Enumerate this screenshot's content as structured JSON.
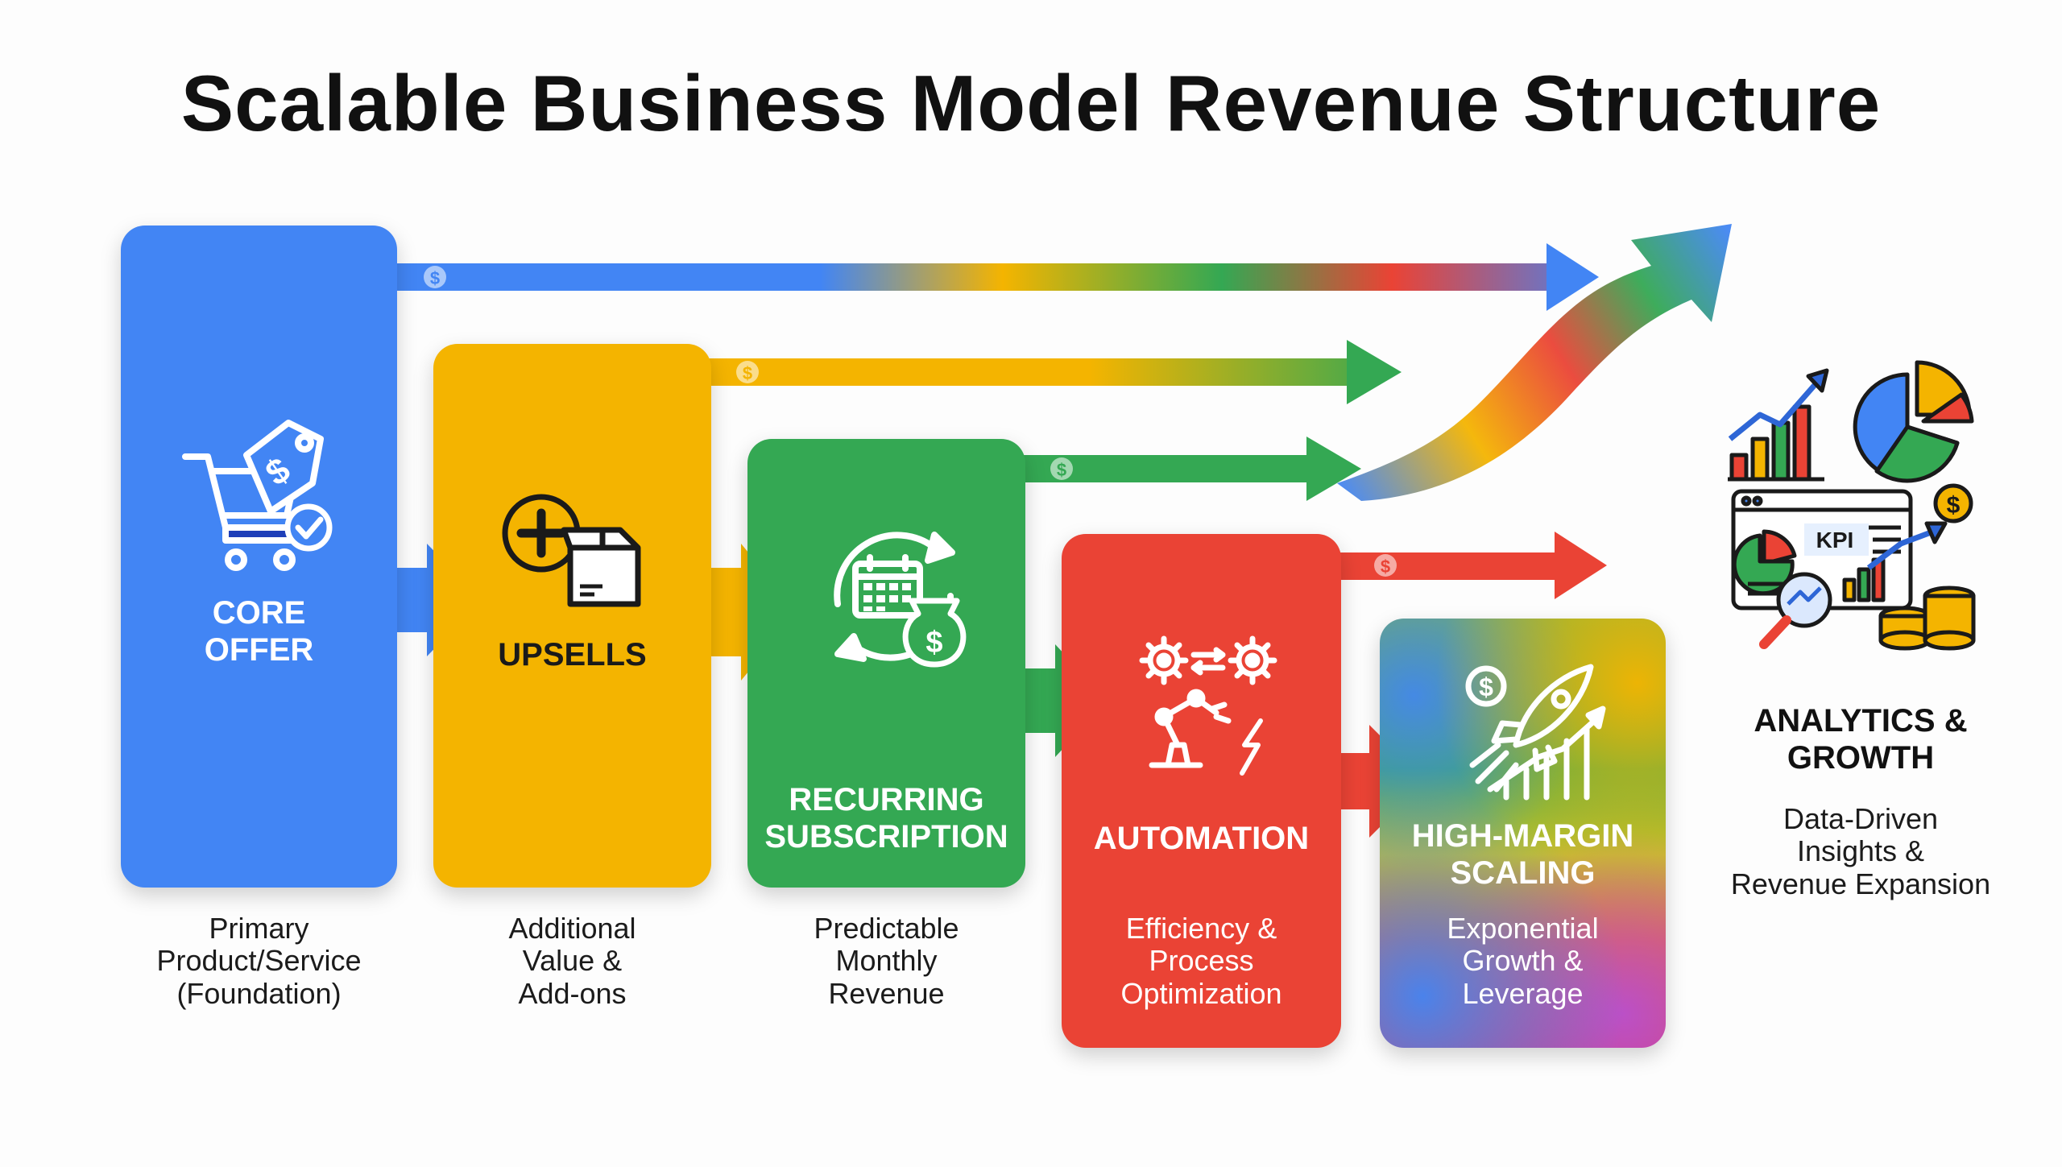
{
  "title": "Scalable Business Model Revenue Structure",
  "colors": {
    "blue": "#4285F4",
    "yellow": "#F4B400",
    "green": "#34A853",
    "red": "#EA4335",
    "text_dark": "#111111"
  },
  "stages": [
    {
      "label_lines": [
        "CORE",
        "OFFER"
      ],
      "description_lines": [
        "Primary",
        "Product/Service",
        "(Foundation)"
      ],
      "icon": "shopping-cart-price-tag-check-icon",
      "color": "#4285F4"
    },
    {
      "label_lines": [
        "UPSELLS"
      ],
      "description_lines": [
        "Additional",
        "Value &",
        "Add-ons"
      ],
      "icon": "plus-box-icon",
      "color": "#F4B400"
    },
    {
      "label_lines": [
        "RECURRING",
        "SUBSCRIPTION"
      ],
      "description_lines": [
        "Predictable",
        "Monthly",
        "Revenue"
      ],
      "icon": "calendar-cycle-money-bag-icon",
      "color": "#34A853"
    },
    {
      "label_lines": [
        "AUTOMATION"
      ],
      "description_lines": [
        "Efficiency &",
        "Process",
        "Optimization"
      ],
      "icon": "gears-robot-arm-icon",
      "color": "#EA4335"
    },
    {
      "label_lines": [
        "HIGH-MARGIN",
        "SCALING"
      ],
      "description_lines": [
        "Exponential",
        "Growth &",
        "Leverage"
      ],
      "icon": "rocket-growth-chart-icon",
      "color": "multicolor"
    }
  ],
  "analytics": {
    "label_lines": [
      "ANALYTICS &",
      "GROWTH"
    ],
    "description_lines": [
      "Data-Driven",
      "Insights &",
      "Revenue Expansion"
    ],
    "icon": "analytics-dashboard-kpi-icon",
    "kpi_text": "KPI"
  },
  "currency_symbol": "$"
}
